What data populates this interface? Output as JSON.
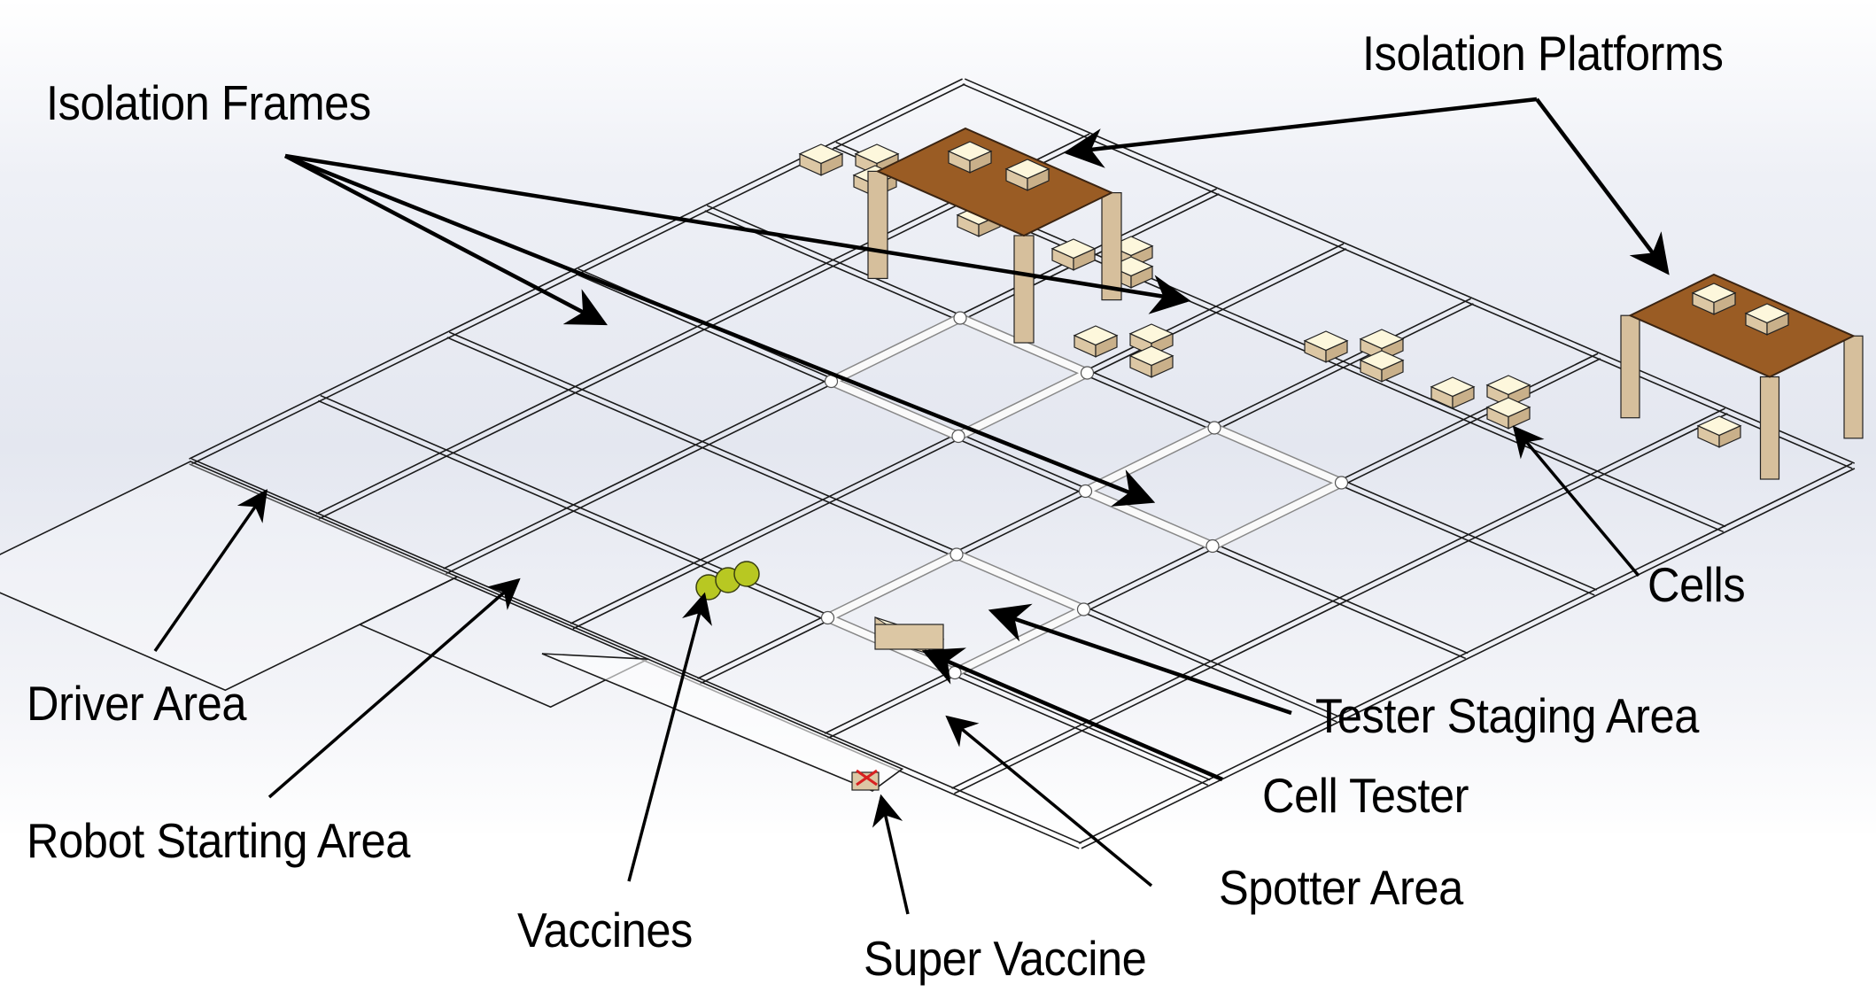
{
  "title": "Game field overview diagram",
  "labels": {
    "isolation_frames": "Isolation Frames",
    "isolation_platforms": "Isolation Platforms",
    "cells": "Cells",
    "driver_area": "Driver Area",
    "robot_starting_area": "Robot Starting Area",
    "vaccines": "Vaccines",
    "super_vaccine": "Super Vaccine",
    "spotter_area": "Spotter Area",
    "cell_tester": "Cell Tester",
    "tester_staging_area": "Tester Staging Area"
  },
  "colors": {
    "platform_top": "#9a5c24",
    "platform_leg": "#d6bf9c",
    "cell_top": "#fdf7dc",
    "cell_side": "#dcc7a4",
    "vaccine": "#b8c822",
    "super_vaccine_ribbon": "#d82020",
    "grid_line": "#1a1a1a",
    "arrow": "#000000"
  }
}
